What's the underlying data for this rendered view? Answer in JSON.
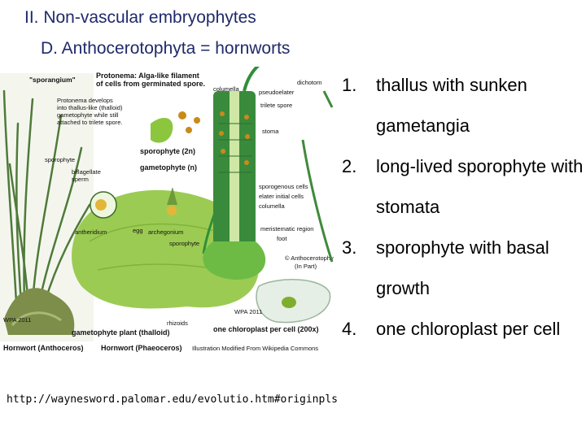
{
  "heading": {
    "line1": "II. Non-vascular embryophytes",
    "line2": "D. Anthocerotophyta  =  hornworts"
  },
  "features": [
    {
      "num": "1.",
      "text": "thallus with sunken gametangia"
    },
    {
      "num": "2.",
      "text": "long-lived sporophyte with stomata"
    },
    {
      "num": "3.",
      "text": "sporophyte with basal growth"
    },
    {
      "num": "4.",
      "text": "one chloroplast per cell"
    }
  ],
  "source_url": "http://waynesword.palomar.edu/evolutio.htm#originpls",
  "figure": {
    "labels": {
      "sporangium": "\"sporangium\"",
      "protonema": "Protonema: Alga-like filament",
      "protonema2": "of cells from germinated spore.",
      "develops1": "Protonema develops",
      "develops2": "into thallus-like (thalloid)",
      "develops3": "gametophyte while still",
      "develops4": "attached to trilete spore.",
      "columella_top": "columella",
      "pseudoelater": "pseudoelater",
      "trilete": "trilete spore",
      "dichotom": "dichotom",
      "stoma": "stoma",
      "sporophyte": "sporophyte",
      "sporophyte2n": "sporophyte (2n)",
      "gametophyten": "gametophyte (n)",
      "biflagellate1": "biflagellate",
      "biflagellate2": "sperm",
      "sporogenous": "sporogenous cells",
      "elater": "elater initial cells",
      "columella": "columella",
      "egg": "egg",
      "archegonium": "archegonium",
      "antheridium": "antheridium",
      "sporophyte_low": "sporophyte",
      "meristematic": "meristematic region",
      "foot": "foot",
      "copyright": "© Anthocerotophyta",
      "inpart": "(In Part)",
      "wpa_left": "WPA 2011",
      "wpa_mid": "WPA 2011",
      "rhizoids": "rhizoids",
      "chloroplast": "one chloroplast per cell (200x)",
      "gametophyte_plant": "gametophyte plant (thalloid)",
      "hornwort_left": "Hornwort (Anthoceros)",
      "hornwort_mid": "Hornwort (Phaeoceros)",
      "illustration": "Illustration Modified From Wikipedia Commons"
    },
    "colors": {
      "thallus": "#8cc63e",
      "sporophyte": "#2f8f3a",
      "spore": "#c98a1a",
      "capsule": "#3a8a3c",
      "bg_photo": "#ffffff"
    }
  }
}
